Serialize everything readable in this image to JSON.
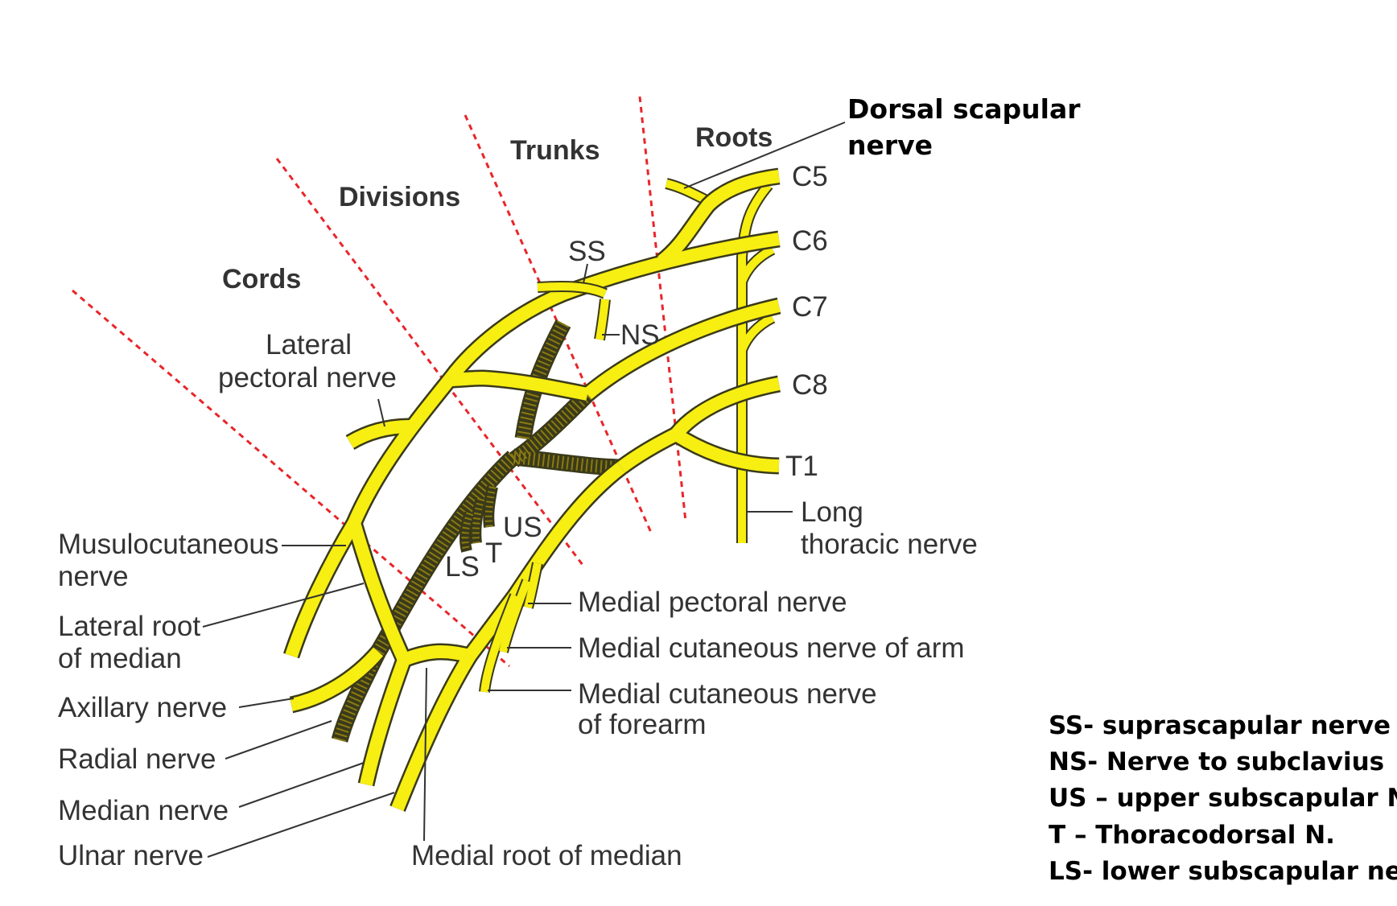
{
  "regions": {
    "roots": "Roots",
    "trunks": "Trunks",
    "divisions": "Divisions",
    "cords": "Cords"
  },
  "roots": [
    "C5",
    "C6",
    "C7",
    "C8",
    "T1"
  ],
  "branch_abbrev": {
    "ss": "SS",
    "ns": "NS",
    "us": "US",
    "t": "T",
    "ls": "LS"
  },
  "labels": {
    "dorsal_scapular_1": "Dorsal scapular",
    "dorsal_scapular_2": "nerve",
    "lateral_pectoral_1": "Lateral",
    "lateral_pectoral_2": "pectoral nerve",
    "long_thoracic_1": "Long",
    "long_thoracic_2": "thoracic nerve",
    "musculocutaneous_1": "Musulocutaneous",
    "musculocutaneous_2": "nerve",
    "lateral_root_1": "Lateral root",
    "lateral_root_2": "of median",
    "axillary": "Axillary nerve",
    "radial": "Radial nerve",
    "median": "Median nerve",
    "ulnar": "Ulnar nerve",
    "medial_root": "Medial root of median",
    "medial_pectoral": "Medial pectoral nerve",
    "medial_cut_arm": "Medial cutaneous nerve of arm",
    "medial_cut_forearm_1": "Medial cutaneous nerve",
    "medial_cut_forearm_2": "of forearm"
  },
  "legend": [
    "SS- suprascapular nerve",
    "NS- Nerve to subclavius",
    "US – upper subscapular N.",
    "T – Thoracodorsal N.",
    "LS- lower subscapular nerve"
  ],
  "colors": {
    "nerve": "#f7ee12",
    "boundary": "#e8262a",
    "text": "#333333"
  }
}
